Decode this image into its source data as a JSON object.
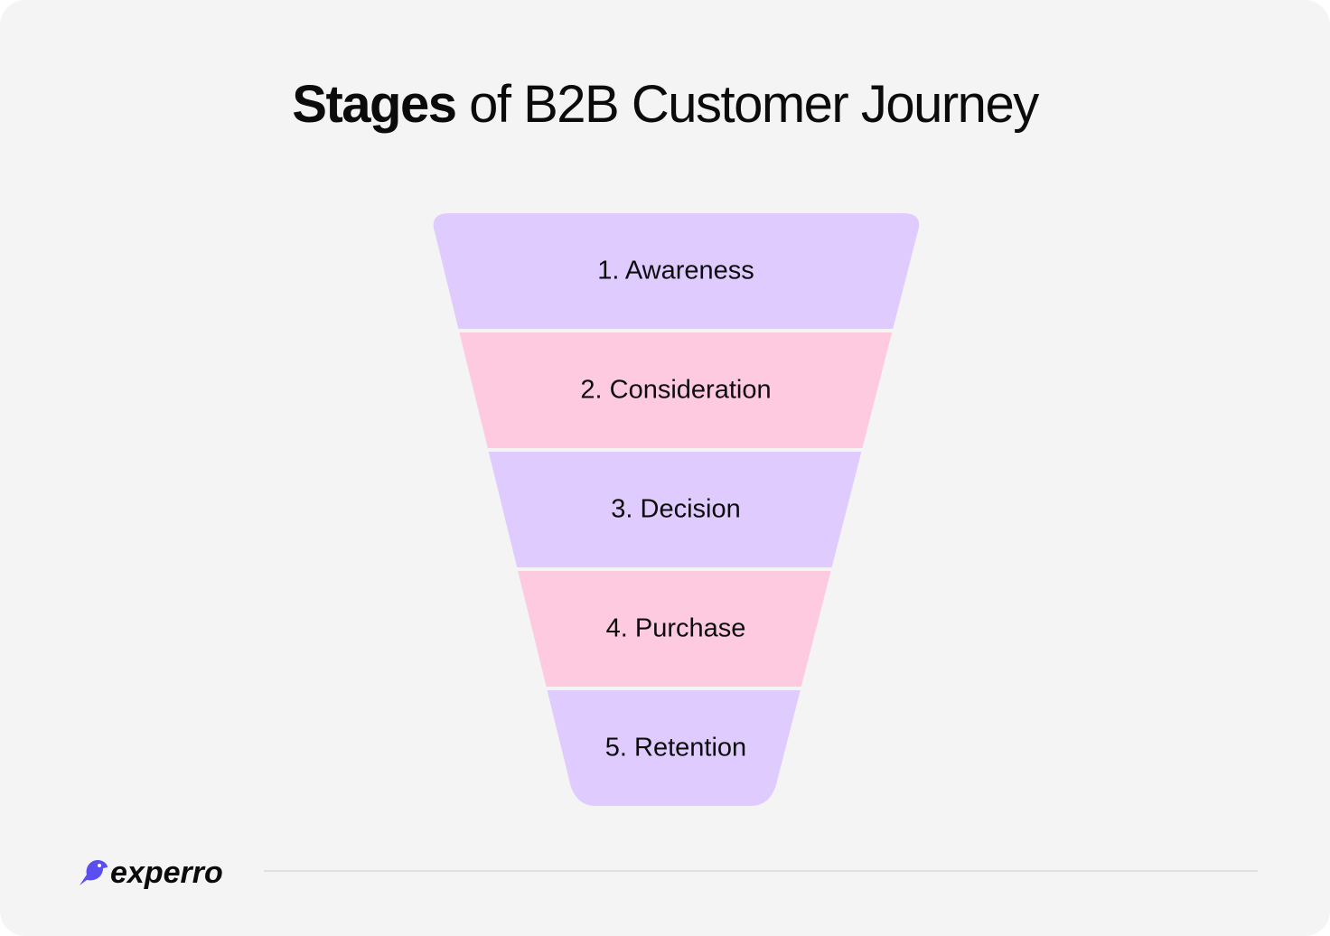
{
  "title": {
    "bold": "Stages",
    "rest": " of B2B Customer Journey"
  },
  "funnel": {
    "stages": [
      {
        "label": "1. Awareness",
        "color": "#dfcbfe"
      },
      {
        "label": "2. Consideration",
        "color": "#fecae0"
      },
      {
        "label": "3. Decision",
        "color": "#dfcbfe"
      },
      {
        "label": "4. Purchase",
        "color": "#fecae0"
      },
      {
        "label": "5. Retention",
        "color": "#dfcbfe"
      }
    ]
  },
  "brand": {
    "name": "experro",
    "icon": "bird-icon",
    "accent": "#5b4ef0"
  }
}
